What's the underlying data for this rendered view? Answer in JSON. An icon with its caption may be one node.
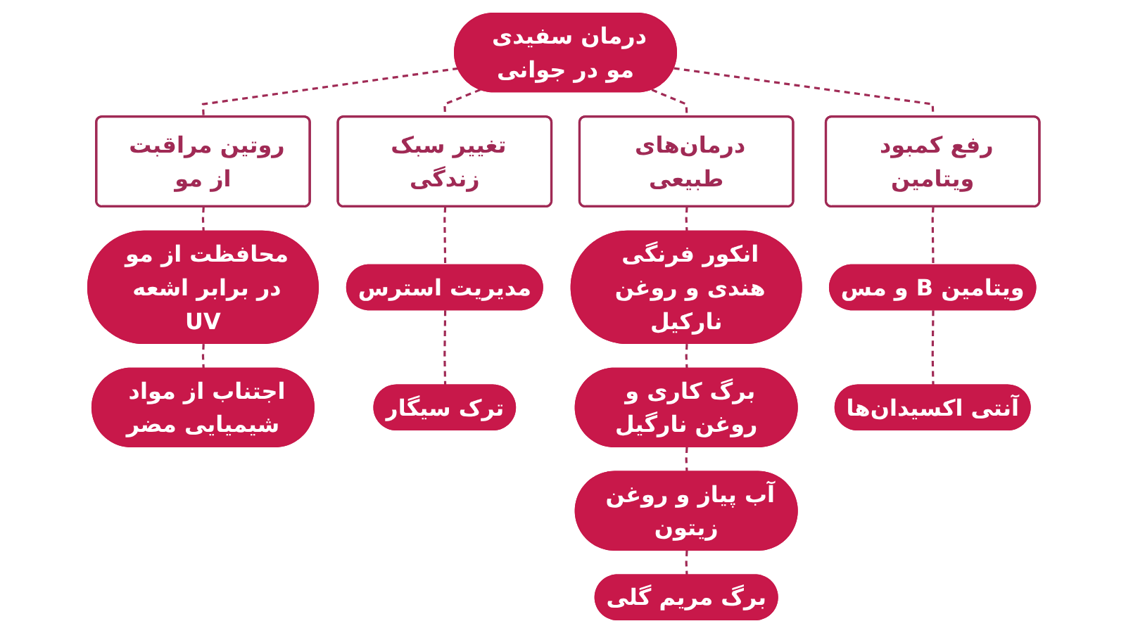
{
  "diagram": {
    "nodes": [
      {
        "text": [
          "درمان سفیدی مو در جوانی"
        ]
      },
      {
        "text": [
          "رفع کمبود ویتامین"
        ]
      },
      {
        "text": [
          "درمان‌های طبیعی"
        ]
      },
      {
        "text": [
          "تغییر سبک زندگی"
        ]
      },
      {
        "text": [
          "روتین مراقبت از مو"
        ]
      },
      {
        "text": [
          "ویتامین B و مس"
        ]
      },
      {
        "text": [
          "آنتی اکسیدان‌ها"
        ]
      },
      {
        "text": [
          "انکور فرنگی هندی و روغن نارکیل"
        ]
      },
      {
        "text": [
          "برگ کاری و روغن نارگیل"
        ]
      },
      {
        "text": [
          "آب پیاز و روغن زیتون"
        ]
      },
      {
        "text": [
          "برگ مریم گلی"
        ]
      },
      {
        "text": [
          "مدیریت استرس"
        ]
      },
      {
        "text": [
          "ترک سیگار"
        ]
      },
      {
        "text": [
          "محافظت از مو در برابر اشعه UV"
        ]
      },
      {
        "text": [
          "اجتناب از مواد شیمیایی مضر"
        ]
      }
    ],
    "edges": [
      {
        "from": 0,
        "to": 1,
        "arrow": "none",
        "style": "dashed"
      },
      {
        "from": 0,
        "to": 2,
        "arrow": "none",
        "style": "dashed"
      },
      {
        "from": 0,
        "to": 3,
        "arrow": "none",
        "style": "dashed"
      },
      {
        "from": 0,
        "to": 4,
        "arrow": "none",
        "style": "dashed"
      },
      {
        "from": 1,
        "to": 5,
        "arrow": "none",
        "style": "dashed"
      },
      {
        "from": 5,
        "to": 6,
        "arrow": "none",
        "style": "dashed"
      },
      {
        "from": 2,
        "to": 7,
        "arrow": "none",
        "style": "dashed"
      },
      {
        "from": 7,
        "to": 8,
        "arrow": "none",
        "style": "dashed"
      },
      {
        "from": 8,
        "to": 9,
        "arrow": "none",
        "style": "dashed"
      },
      {
        "from": 9,
        "to": 10,
        "arrow": "none",
        "style": "dashed"
      },
      {
        "from": 3,
        "to": 11,
        "arrow": "none",
        "style": "dashed"
      },
      {
        "from": 11,
        "to": 12,
        "arrow": "none",
        "style": "dashed"
      },
      {
        "from": 4,
        "to": 13,
        "arrow": "none",
        "style": "dashed"
      },
      {
        "from": 13,
        "to": 14,
        "arrow": "none",
        "style": "dashed"
      }
    ]
  }
}
